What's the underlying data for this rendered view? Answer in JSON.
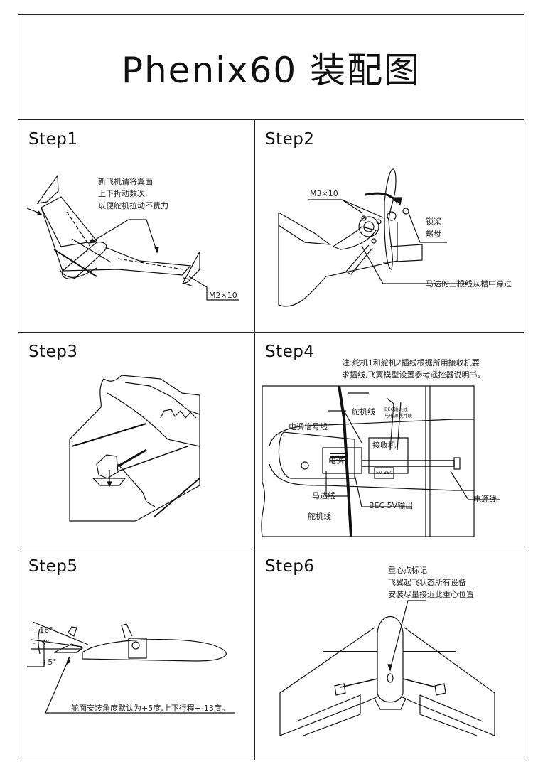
{
  "title": "Phenix60 装配图",
  "steps": [
    {
      "label": "Step1",
      "note_lines": [
        "新飞机请将翼面",
        "上下折动数次,",
        "以便舵机拉动不费力"
      ],
      "screw_label": "M2×10"
    },
    {
      "label": "Step2",
      "screw_label": "M3×10",
      "nut_label_lines": [
        "锁桨",
        "螺母"
      ],
      "wire_note": "马达的三根线从槽中穿过"
    },
    {
      "label": "Step3"
    },
    {
      "label": "Step4",
      "note_lines": [
        "注:舵机1和舵机2插线根据所用接收机要",
        "求插线,飞翼模型设置参考遥控器说明书。"
      ],
      "callouts": {
        "servo_wire_top": "舵机线",
        "bec_input_lines": [
          "BEC输入线",
          "与电源线并联"
        ],
        "esc_signal_wire": "电调信号线",
        "receiver": "接收机",
        "esc": "电调",
        "bec_box": "5V BEC",
        "motor_wire": "马达线",
        "bec_output": "BEC 5V输出",
        "servo_wire_bottom": "舵机线",
        "power_wire": "电源线"
      }
    },
    {
      "label": "Step5",
      "angles": [
        "+16°",
        "-13°",
        "+5°"
      ],
      "note": "舵面安装角度默认为+5度,上下行程+-13度。"
    },
    {
      "label": "Step6",
      "note_lines": [
        "重心点标记",
        "飞翼起飞状态所有设备",
        "安装尽量接近此重心位置"
      ]
    }
  ]
}
